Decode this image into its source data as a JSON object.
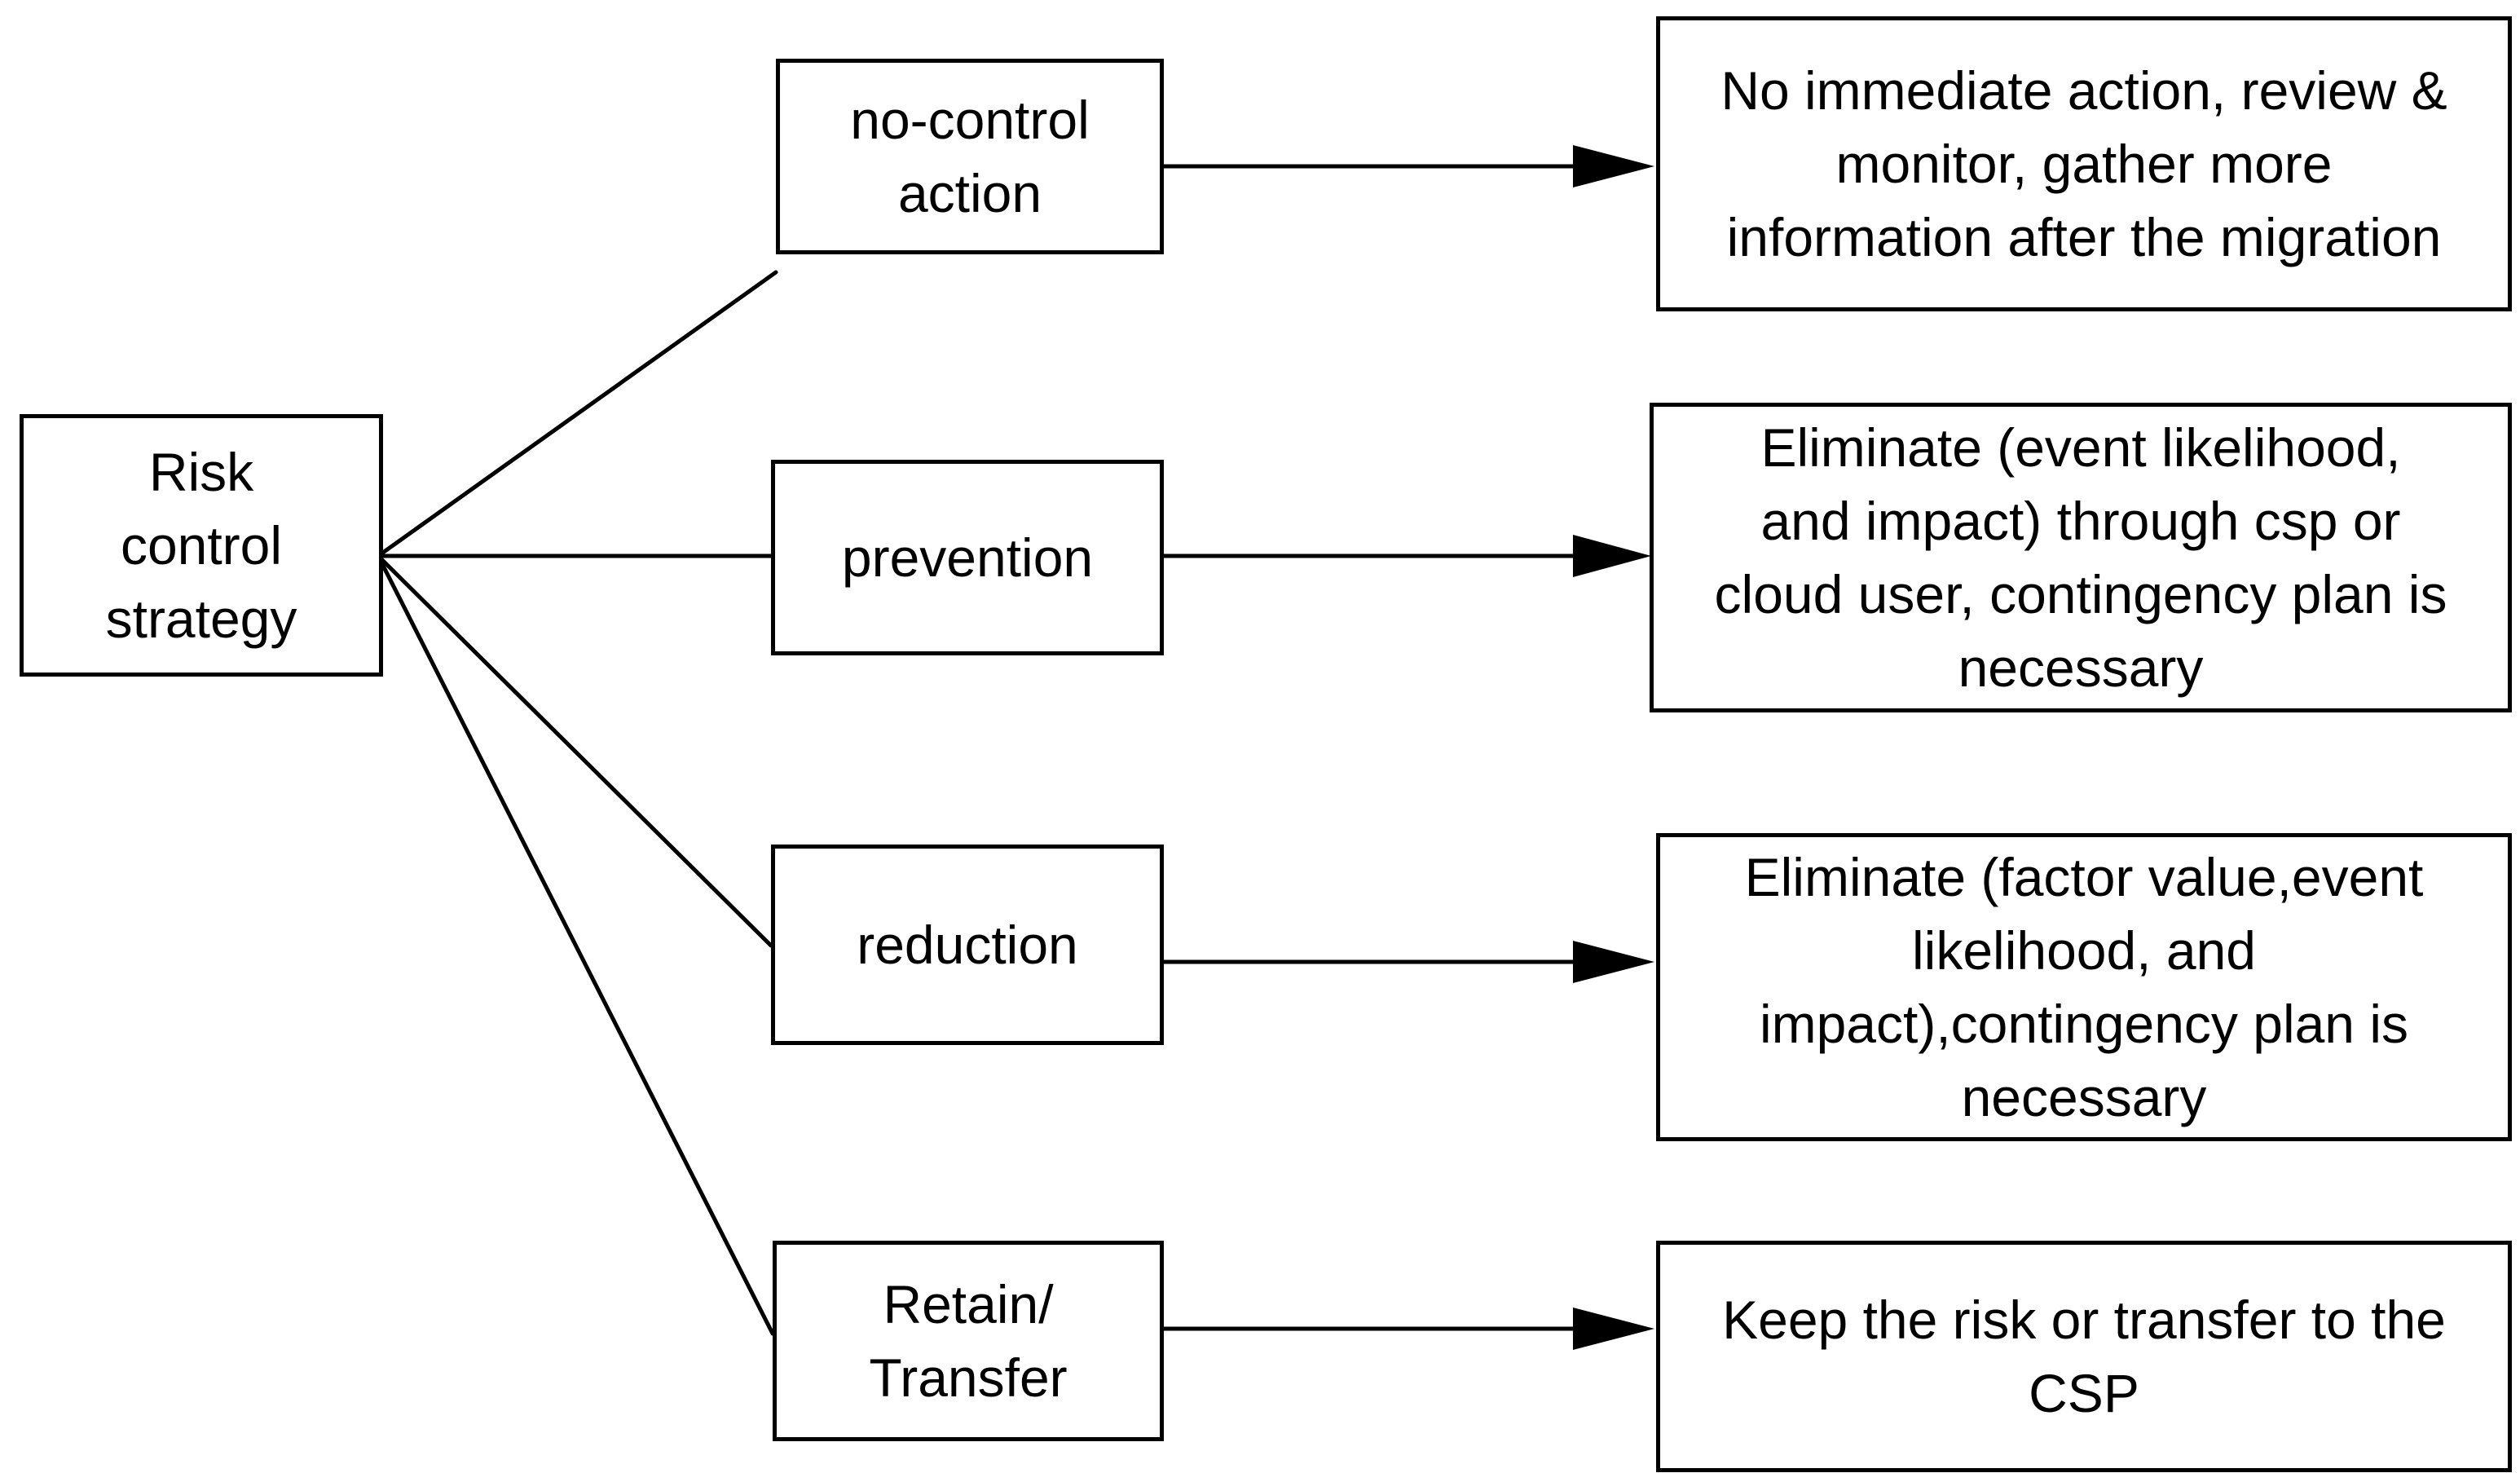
{
  "diagram": {
    "root": {
      "label": "Risk\ncontrol\nstrategy"
    },
    "branches": [
      {
        "label": "no-control\naction",
        "outcome": "No immediate action, review &\nmonitor, gather more\ninformation after the migration"
      },
      {
        "label": "prevention",
        "outcome": "Eliminate (event likelihood,\nand impact)  through csp or\ncloud user, contingency plan is\nnecessary"
      },
      {
        "label": "reduction",
        "outcome": "Eliminate (factor value,event\nlikelihood, and\nimpact),contingency plan is\nnecessary"
      },
      {
        "label": "Retain/\nTransfer",
        "outcome": "Keep the risk or transfer to the\nCSP"
      }
    ]
  }
}
